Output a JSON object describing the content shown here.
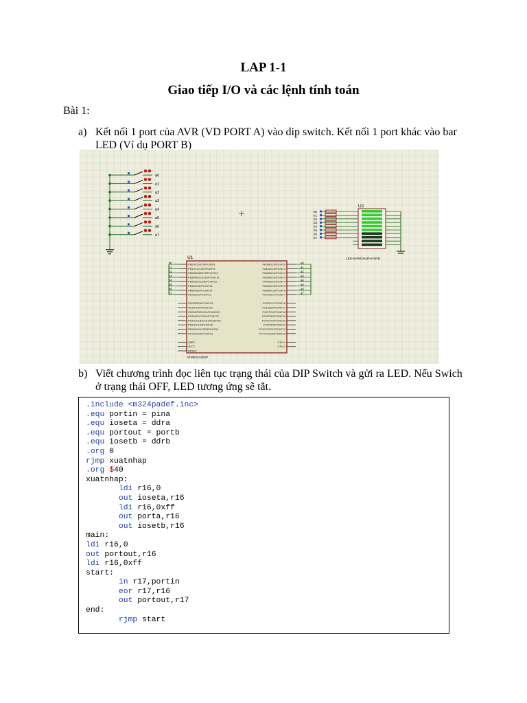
{
  "doc": {
    "title": "LAP 1-1",
    "subtitle": "Giao tiếp I/O và các lệnh tính toán",
    "section": "Bài 1:",
    "items": [
      {
        "letter": "a)",
        "text": "Kết nối 1 port  của AVR (VD PORT A) vào dip switch. Kết nối 1 port khác vào bar LED (Ví dụ PORT B)"
      },
      {
        "letter": "b)",
        "text": "Viết chương trình đọc liên tục trạng thái của DIP Switch và gửi ra LED. Nếu Swich ở trạng thái OFF, LED tương ứng sẽ tắt."
      }
    ]
  },
  "schematic": {
    "switch_labels": [
      "a0",
      "a1",
      "a2",
      "a3",
      "a4",
      "a5",
      "a6",
      "a7"
    ],
    "u2_label": "U2",
    "bargraph_label": "LED-BARGRAPH-GRN",
    "u1_label": "U1",
    "chip_name": "ATMEGA324P",
    "left_pins": [
      "PB0/XCK0/T0/PCINT8",
      "PB1/T1/CLKO/PCINT9",
      "PB2/AIN0/INT2/PCINT10",
      "PB3/AIN1/OC0A/PCINT11",
      "PB4/SS/OC0B/PCINT12",
      "PB5/MOSI/PCINT13",
      "PB6/MISO/PCINT14",
      "PB7/SCK/PCINT15",
      "",
      "PD0/RXD0/PCINT24",
      "PD1/TXD0/PCINT25",
      "PD2/INT0/RXD1/PCINT26",
      "PD3/INT1/TXD1/PCINT27",
      "PD4/OC1B/XCK1/PCINT28",
      "PD5/OC1A/PCINT29",
      "PD6/ICP/OC2B/PCINT30",
      "PD7/OC2A/PCINT31",
      "",
      "AREF",
      "AVCC",
      "RESET"
    ],
    "right_pins": [
      "PA0/ADC0/PCINT0",
      "PA1/ADC1/PCINT1",
      "PA2/ADC2/PCINT2",
      "PA3/ADC3/PCINT3",
      "PA4/ADC4/PCINT4",
      "PA5/ADC5/PCINT5",
      "PA6/ADC6/PCINT6",
      "PA7/ADC7/PCINT7",
      "",
      "PC0/SCL/PCINT16",
      "PC1/SDA/PCINT17",
      "PC2/TCK/PCINT18",
      "PC3/TMS/PCINT19",
      "PC4/TDO/PCINT20",
      "PC5/TDI/PCINT21",
      "PC6/TOSC1/PCINT22",
      "PC7/TOSC2/PCINT23",
      "",
      "XTAL1",
      "XTAL2"
    ],
    "b_labels": [
      "b0",
      "b1",
      "b2",
      "b3",
      "b4",
      "b5",
      "b6",
      "b7"
    ]
  },
  "code": {
    "lines": [
      [
        {
          "t": ".include <m324padef.inc>",
          "c": "k"
        }
      ],
      [
        {
          "t": ".equ",
          "c": "k"
        },
        {
          "t": " portin = pina"
        }
      ],
      [
        {
          "t": ".equ",
          "c": "k"
        },
        {
          "t": " ioseta = ddra"
        }
      ],
      [
        {
          "t": ".equ",
          "c": "k"
        },
        {
          "t": " portout = portb"
        }
      ],
      [
        {
          "t": ".equ",
          "c": "k"
        },
        {
          "t": " iosetb = ddrb"
        }
      ],
      [
        {
          "t": ".org",
          "c": "k"
        },
        {
          "t": " 0"
        }
      ],
      [
        {
          "t": "rjmp",
          "c": "k"
        },
        {
          "t": " xuatnhap"
        }
      ],
      [
        {
          "t": ".org",
          "c": "k"
        },
        {
          "t": " "
        },
        {
          "t": "$",
          "c": "r"
        },
        {
          "t": "40"
        }
      ],
      [
        {
          "t": "xuatnhap:"
        }
      ],
      [
        {
          "t": "       "
        },
        {
          "t": "ldi",
          "c": "k"
        },
        {
          "t": " r16,0"
        }
      ],
      [
        {
          "t": "       "
        },
        {
          "t": "out",
          "c": "k"
        },
        {
          "t": " ioseta,r16"
        }
      ],
      [
        {
          "t": "       "
        },
        {
          "t": "ldi",
          "c": "k"
        },
        {
          "t": " r16,0xff"
        }
      ],
      [
        {
          "t": "       "
        },
        {
          "t": "out",
          "c": "k"
        },
        {
          "t": " porta,r16"
        }
      ],
      [
        {
          "t": "       "
        },
        {
          "t": "out",
          "c": "k"
        },
        {
          "t": " iosetb,r16"
        }
      ],
      [
        {
          "t": "main:"
        }
      ],
      [
        {
          "t": "ldi",
          "c": "k"
        },
        {
          "t": " r16,0"
        }
      ],
      [
        {
          "t": "out",
          "c": "k"
        },
        {
          "t": " portout,r16"
        }
      ],
      [
        {
          "t": "ldi",
          "c": "k"
        },
        {
          "t": " r16,0xff"
        }
      ],
      [
        {
          "t": "start:"
        }
      ],
      [
        {
          "t": "       "
        },
        {
          "t": "in",
          "c": "k"
        },
        {
          "t": " r17,portin"
        }
      ],
      [
        {
          "t": "       "
        },
        {
          "t": "eor",
          "c": "k"
        },
        {
          "t": " r17,r16"
        }
      ],
      [
        {
          "t": "       "
        },
        {
          "t": "out",
          "c": "k"
        },
        {
          "t": " portout,r17"
        }
      ],
      [
        {
          "t": "end:"
        }
      ],
      [
        {
          "t": "       "
        },
        {
          "t": "rjmp",
          "c": "k"
        },
        {
          "t": " start"
        }
      ]
    ]
  },
  "colors": {
    "keyword": "#1f3fa8",
    "dollar": "#c00000",
    "wire": "#1e6b1e",
    "chip_fill": "#e6e4c8",
    "chip_border": "#8a1a1a",
    "grid_bg": "#eeeedf",
    "led_on": "#33cc33",
    "led_off": "#1a3a1a"
  }
}
